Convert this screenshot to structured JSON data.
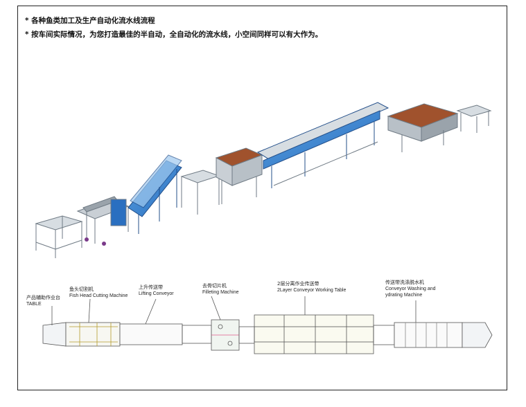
{
  "header": {
    "line1": "* 各种鱼类加工及生产自动化流水线流程",
    "line2": "* 按车间实际情况，为您打造最佳的半自动，全自动化的流水线，小空间同样可以有大作为。"
  },
  "labels": [
    {
      "id": "table",
      "zh": "产品辅助作业台",
      "en": "TABLE"
    },
    {
      "id": "head_cut",
      "zh": "鱼头切割机",
      "en": "Fish Head Cutting Machine"
    },
    {
      "id": "lift",
      "zh": "上升传送带",
      "en": "Lifting Conveyor"
    },
    {
      "id": "fillet",
      "zh": "去骨切片机",
      "en": "Filleting Machine"
    },
    {
      "id": "two_layer",
      "zh": "2层分离作业传送带",
      "en": "2Layer Conveyor Working Table"
    },
    {
      "id": "wash",
      "zh": "传送带洗涤脱水机",
      "en": "Conveyor Washing and",
      "en2": "ydrating Machine"
    }
  ],
  "colors": {
    "frame": "#222222",
    "steel": "#cdd3d8",
    "steel_dark": "#7a8690",
    "blue": "#2a6fc0",
    "blue_light": "#5aa0e0",
    "rust": "#a0522d",
    "plan_line": "#555555"
  }
}
